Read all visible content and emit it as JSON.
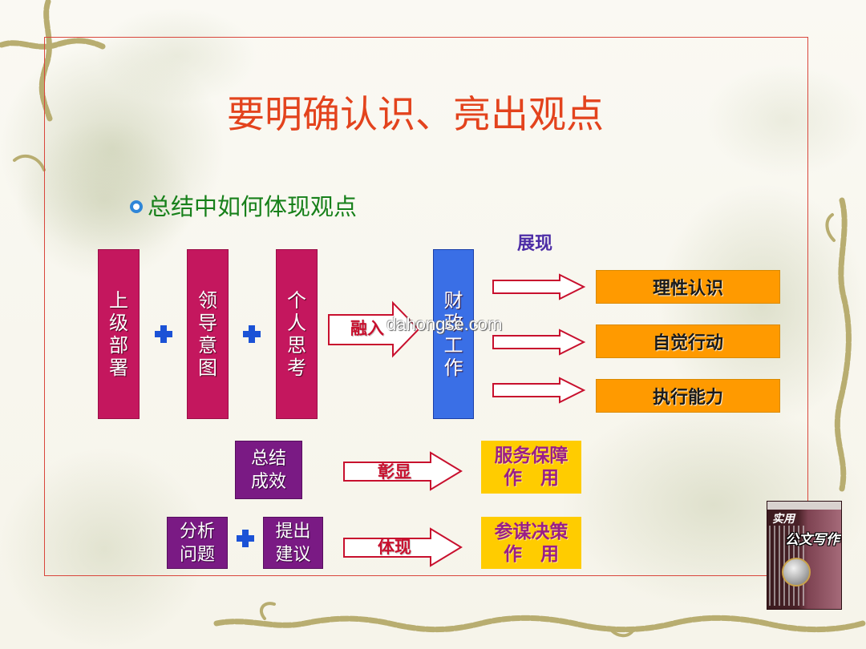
{
  "slide": {
    "title": "要明确认识、亮出观点",
    "bullet_text": "总结中如何体现观点",
    "watermark": "dahongse.com"
  },
  "diagram": {
    "show_label": "展现",
    "inputs": [
      "上级部署",
      "领导意图",
      "个人思考"
    ],
    "merge_label": "融入",
    "target": "财政工作",
    "outcomes": [
      "理性认识",
      "自觉行动",
      "执行能力"
    ],
    "summary_row": {
      "source_lines": [
        "总结",
        "成效"
      ],
      "arrow_label": "彰显",
      "result_lines": [
        "服务保障",
        "作　用"
      ]
    },
    "analysis_row": {
      "source_a_lines": [
        "分析",
        "问题"
      ],
      "source_b_lines": [
        "提出",
        "建议"
      ],
      "arrow_label": "体现",
      "result_lines": [
        "参谋决策",
        "作　用"
      ]
    }
  },
  "book_cover": {
    "title_small": "实用",
    "title_large": "公文写作"
  },
  "icons": {
    "bullet": "circle-bullet-icon",
    "plus": "plus-icon",
    "arrow": "right-arrow-icon"
  },
  "colors": {
    "title": "#e3431d",
    "bullet_text": "#17801a",
    "input_box": "#c4175e",
    "target_box": "#3a6fe6",
    "outcome_box": "#ff9a00",
    "purple_box": "#7a1a84",
    "result_box": "#ffcc00",
    "result_text": "#9a1e86",
    "arrow_stroke": "#c8102e",
    "plus": "#1b52d6",
    "show_label": "#4c2ca6",
    "frame": "#d9463c"
  }
}
